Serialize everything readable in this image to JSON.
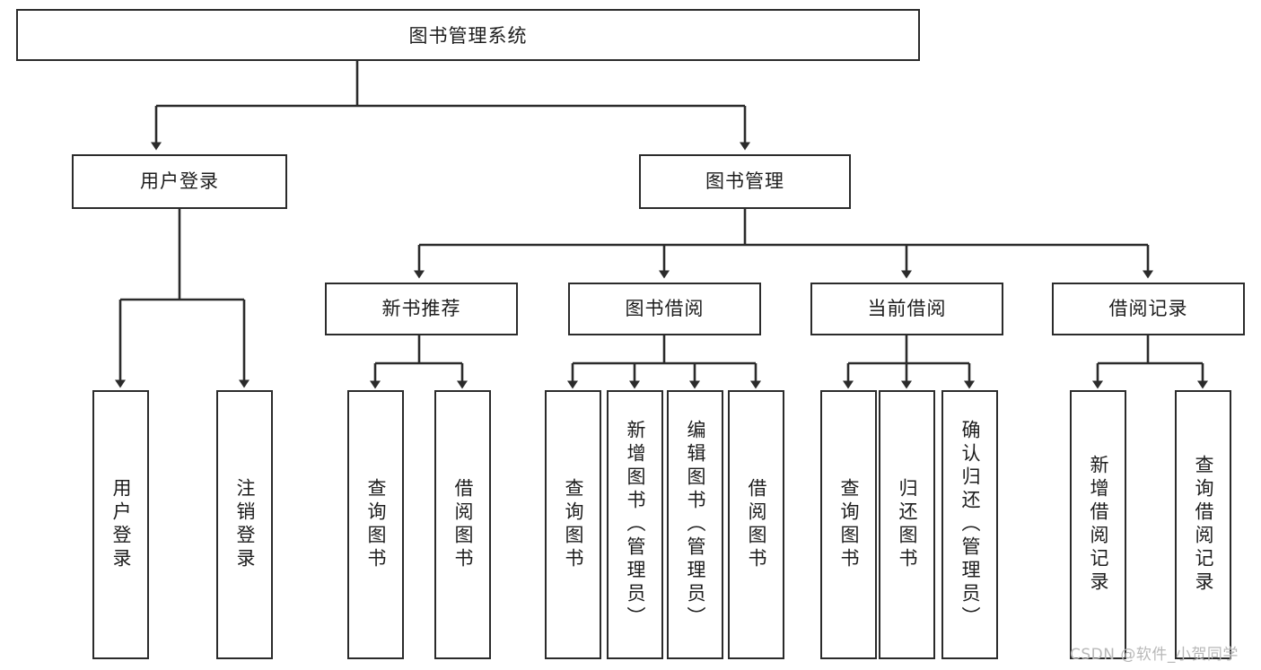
{
  "diagram": {
    "type": "tree",
    "title": "图书管理系统",
    "background_color": "#ffffff",
    "line_color": "#2b2b2b",
    "box_border_color": "#2b2b2b",
    "root": {
      "id": "root",
      "label": "图书管理系统",
      "orientation": "horizontal"
    },
    "level1": [
      {
        "id": "user-login",
        "label": "用户登录",
        "orientation": "horizontal"
      },
      {
        "id": "book-manage",
        "label": "图书管理",
        "orientation": "horizontal"
      }
    ],
    "level2": [
      {
        "id": "new-book-rec",
        "label": "新书推荐",
        "parent": "book-manage",
        "orientation": "horizontal"
      },
      {
        "id": "book-borrow",
        "label": "图书借阅",
        "parent": "book-manage",
        "orientation": "horizontal"
      },
      {
        "id": "current-borrow",
        "label": "当前借阅",
        "parent": "book-manage",
        "orientation": "horizontal"
      },
      {
        "id": "borrow-record",
        "label": "借阅记录",
        "parent": "book-manage",
        "orientation": "horizontal"
      }
    ],
    "leaves": [
      {
        "id": "leaf-user-login",
        "label": "用户登录",
        "parent": "user-login",
        "orientation": "vertical"
      },
      {
        "id": "leaf-user-logout",
        "label": "注销登录",
        "parent": "user-login",
        "orientation": "vertical"
      },
      {
        "id": "leaf-query-book-1",
        "label": "查询图书",
        "parent": "new-book-rec",
        "orientation": "vertical"
      },
      {
        "id": "leaf-borrow-book-1",
        "label": "借阅图书",
        "parent": "new-book-rec",
        "orientation": "vertical"
      },
      {
        "id": "leaf-query-book-2",
        "label": "查询图书",
        "parent": "book-borrow",
        "orientation": "vertical"
      },
      {
        "id": "leaf-add-book",
        "label": "新增图书（管理员）",
        "parent": "book-borrow",
        "orientation": "vertical"
      },
      {
        "id": "leaf-edit-book",
        "label": "编辑图书（管理员）",
        "parent": "book-borrow",
        "orientation": "vertical"
      },
      {
        "id": "leaf-borrow-book-2",
        "label": "借阅图书",
        "parent": "book-borrow",
        "orientation": "vertical"
      },
      {
        "id": "leaf-query-book-3",
        "label": "查询图书",
        "parent": "current-borrow",
        "orientation": "vertical"
      },
      {
        "id": "leaf-return-book",
        "label": "归还图书",
        "parent": "current-borrow",
        "orientation": "vertical"
      },
      {
        "id": "leaf-confirm-return",
        "label": "确认归还（管理员）",
        "parent": "current-borrow",
        "orientation": "vertical"
      },
      {
        "id": "leaf-add-record",
        "label": "新增借阅记录",
        "parent": "borrow-record",
        "orientation": "vertical"
      },
      {
        "id": "leaf-query-record",
        "label": "查询借阅记录",
        "parent": "borrow-record",
        "orientation": "vertical"
      }
    ]
  },
  "watermark": {
    "text": "CSDN @软件_小贺同学",
    "color": "#b8b8b8"
  }
}
